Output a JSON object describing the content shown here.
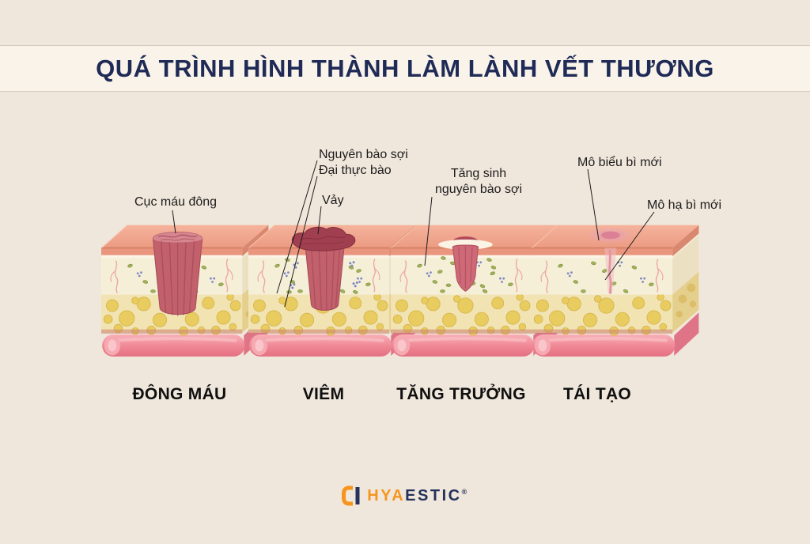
{
  "header": {
    "title": "QUÁ TRÌNH HÌNH THÀNH LÀM LÀNH VẾT THƯƠNG"
  },
  "stages": [
    {
      "label": "ĐÔNG MÁU"
    },
    {
      "label": "VIÊM"
    },
    {
      "label": "TĂNG TRƯỞNG"
    },
    {
      "label": "TÁI TẠO"
    }
  ],
  "annotations": [
    {
      "label": "Cục máu đông"
    },
    {
      "label": "Nguyên bào sợi"
    },
    {
      "label": "Đại thực bào"
    },
    {
      "label": "Vảy"
    },
    {
      "label": "Tăng sinh nguyên bào sợi"
    },
    {
      "label": "Mô biểu bì mới"
    },
    {
      "label": "Mô hạ bì mới"
    }
  ],
  "logo": {
    "hya": "HYA",
    "estic": "ESTIC",
    "reg": "®"
  },
  "colors": {
    "navy": "#1f2b56",
    "orange": "#f6941d",
    "background": "#f0e7dc",
    "skin_top": "#f2a68f",
    "clot_red": "#c2606c",
    "scab_red": "#a03f4f",
    "vessel_pink": "#ef8694"
  }
}
